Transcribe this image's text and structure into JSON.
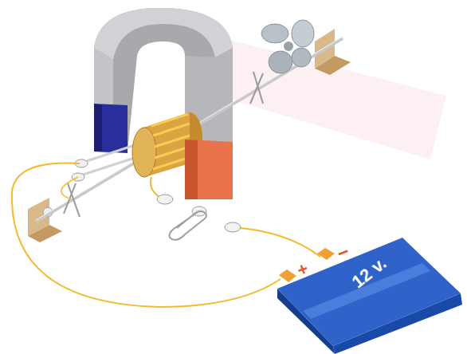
{
  "diagram": {
    "nodes": [
      {
        "text": [
          "+",
          "−",
          "12 v."
        ]
      }
    ]
  }
}
